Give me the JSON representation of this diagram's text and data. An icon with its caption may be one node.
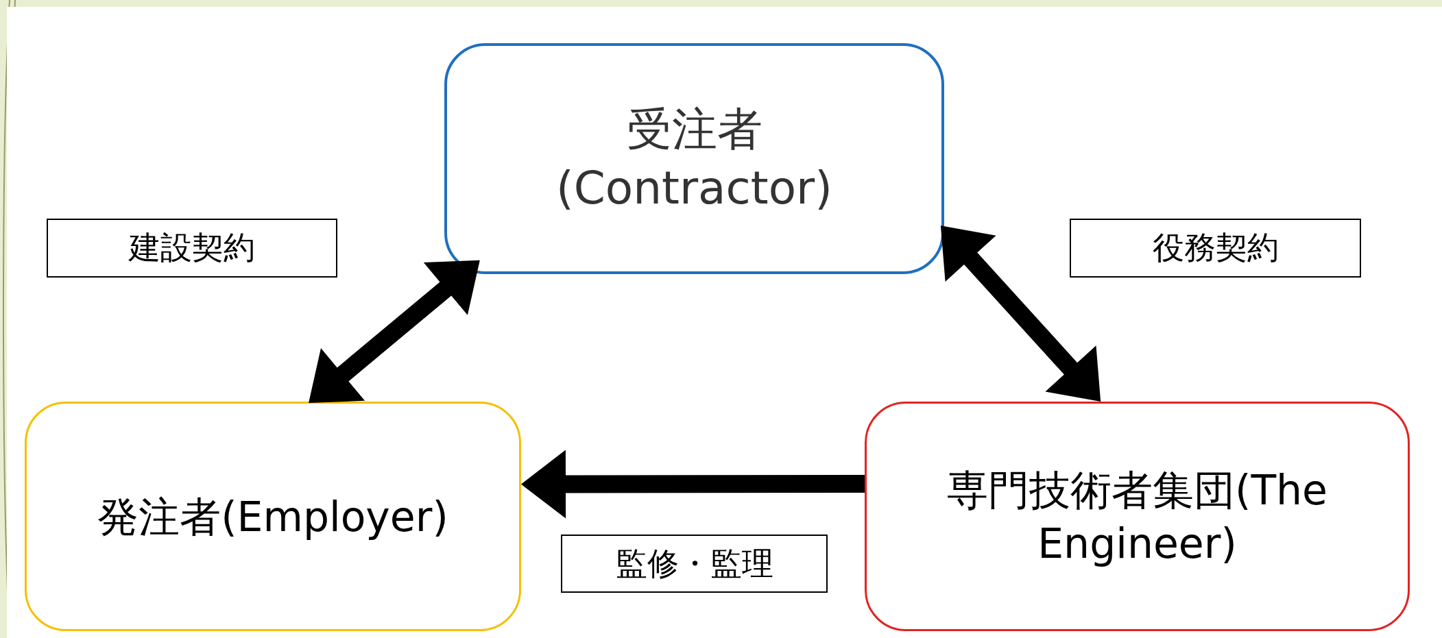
{
  "diagram": {
    "nodes": [
      {
        "text": [
          "受注者 (Contractor)"
        ]
      },
      {
        "text": [
          "発注者(Employer)"
        ]
      },
      {
        "text": [
          "専門技術者集団(The Engineer)"
        ]
      }
    ],
    "edges": [
      {
        "from": 0,
        "to": 1,
        "arrow": "both",
        "label": "建設契約"
      },
      {
        "from": 0,
        "to": 2,
        "arrow": "both",
        "label": "役務契約"
      },
      {
        "from": 2,
        "to": 1,
        "arrow": "to",
        "label": "監修・監理"
      }
    ]
  }
}
